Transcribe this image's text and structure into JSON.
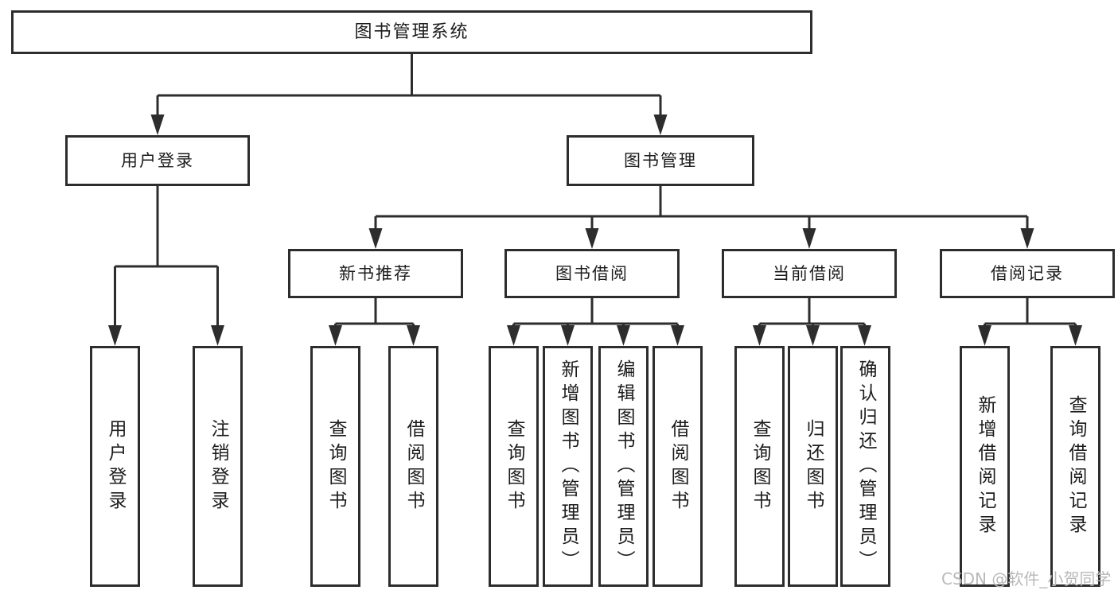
{
  "diagram": {
    "tree": {
      "root": {
        "label": "图书管理系统"
      },
      "branches": [
        {
          "label": "用户登录",
          "children": [
            {
              "label": "用户登录"
            },
            {
              "label": "注销登录"
            }
          ]
        },
        {
          "label": "图书管理",
          "children": [
            {
              "label": "新书推荐",
              "children": [
                {
                  "label": "查询图书"
                },
                {
                  "label": "借阅图书"
                }
              ]
            },
            {
              "label": "图书借阅",
              "children": [
                {
                  "label": "查询图书"
                },
                {
                  "label": "新增图书（管理员）"
                },
                {
                  "label": "编辑图书（管理员）"
                },
                {
                  "label": "借阅图书"
                }
              ]
            },
            {
              "label": "当前借阅",
              "children": [
                {
                  "label": "查询图书"
                },
                {
                  "label": "归还图书"
                },
                {
                  "label": "确认归还（管理员）"
                }
              ]
            },
            {
              "label": "借阅记录",
              "children": [
                {
                  "label": "新增借阅记录"
                },
                {
                  "label": "查询借阅记录"
                }
              ]
            }
          ]
        }
      ]
    },
    "colors": {
      "line": "#2d2d2d",
      "box_border": "#2d2d2d",
      "box_background": "#ffffff",
      "text": "#1c1c1c",
      "watermark": "#b9b9b9"
    },
    "watermark": "CSDN @软件_小贺同学"
  }
}
